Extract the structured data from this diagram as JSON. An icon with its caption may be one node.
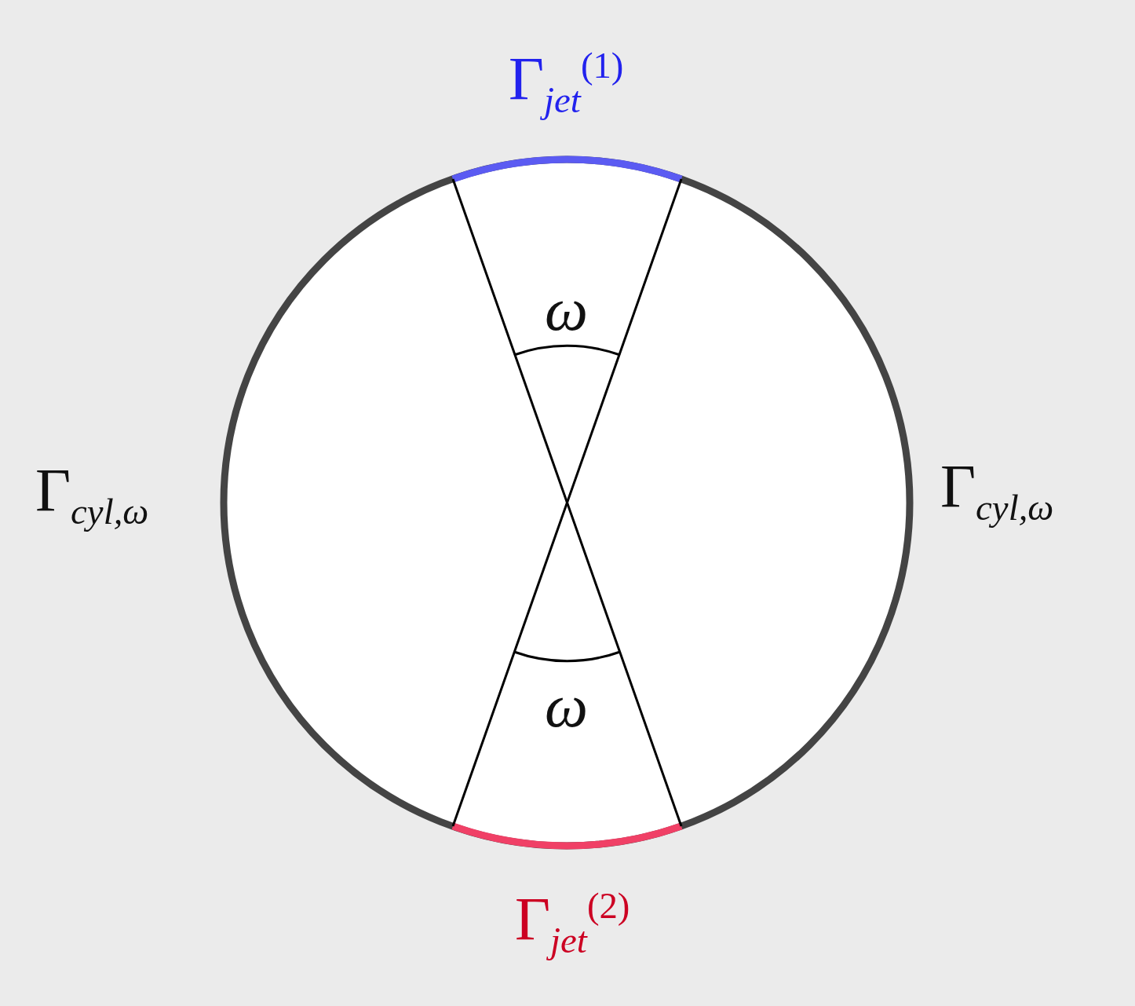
{
  "diagram": {
    "labels": [
      "Γ$_{jet}$$^{(1)}$",
      "Γ$_{cyl,ω}$",
      "ω",
      "Γ$_{cyl,ω}$",
      "ω",
      "Γ$_{jet}$$^{(2)}$"
    ]
  }
}
